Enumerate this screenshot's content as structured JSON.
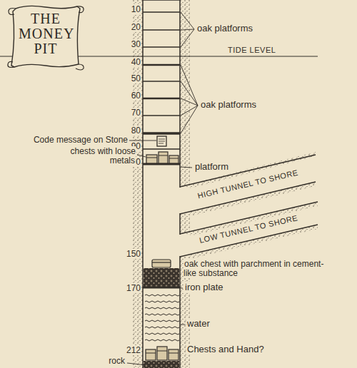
{
  "diagram": {
    "nodes": [
      {
        "text": [
          "THE MONEY PIT"
        ]
      }
    ],
    "labels": [
      "10",
      "20",
      "30",
      "40",
      "50",
      "60",
      "70",
      "80",
      "90",
      "100",
      "150",
      "170",
      "212",
      "oak platforms",
      "TIDE LEVEL",
      "oak platforms",
      "Code message on Stone",
      "chests with loose metals",
      "platform",
      "HIGH TUNNEL TO SHORE",
      "LOW TUNNEL TO SHORE",
      "oak chest with parchment in cement-like substance",
      "iron plate",
      "water",
      "Chests and Hand?",
      "rock"
    ]
  }
}
